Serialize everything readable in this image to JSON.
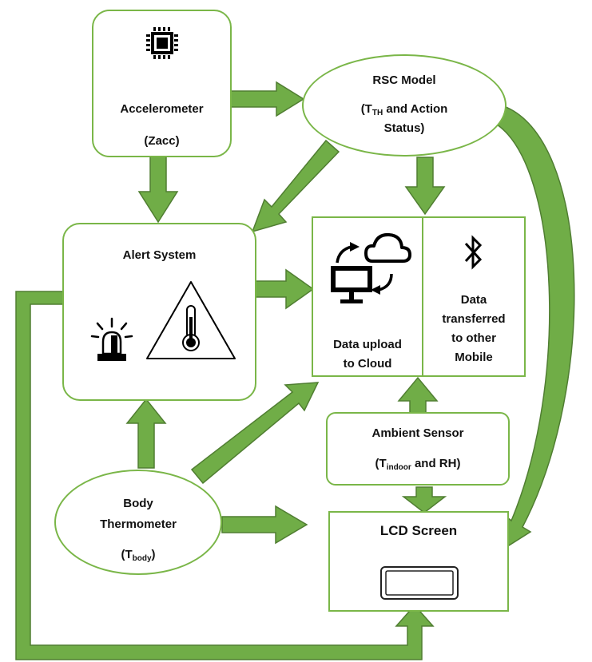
{
  "accelerometer": {
    "title": "Accelerometer",
    "signal": "(Zacc)",
    "icon": "cpu-chip-icon"
  },
  "rsc_model": {
    "title": "RSC Model",
    "line2_pre": "(T",
    "line2_sub": "TH",
    "line2_post": " and Action",
    "line3": "Status)"
  },
  "alert_system": {
    "title": "Alert System",
    "icons": [
      "siren-icon",
      "temperature-warning-icon"
    ]
  },
  "cloud_panel": {
    "label_line1": "Data upload",
    "label_line2": "to Cloud",
    "icon": "cloud-sync-computer-icon"
  },
  "mobile_panel": {
    "line1": "Data",
    "line2": "transferred",
    "line3": "to other",
    "line4": "Mobile",
    "icon": "bluetooth-icon"
  },
  "ambient_sensor": {
    "title": "Ambient Sensor",
    "line2_pre": "(T",
    "line2_sub": "indoor",
    "line2_post": " and RH)"
  },
  "body_thermometer": {
    "line1": "Body",
    "line2": "Thermometer",
    "line3_pre": "(T",
    "line3_sub": "body",
    "line3_post": ")"
  },
  "lcd_screen": {
    "title": "LCD Screen",
    "icon": "lcd-display-icon"
  },
  "colors": {
    "border": "#7ab648",
    "arrow_fill": "#70ad47",
    "arrow_stroke": "#507e32"
  }
}
